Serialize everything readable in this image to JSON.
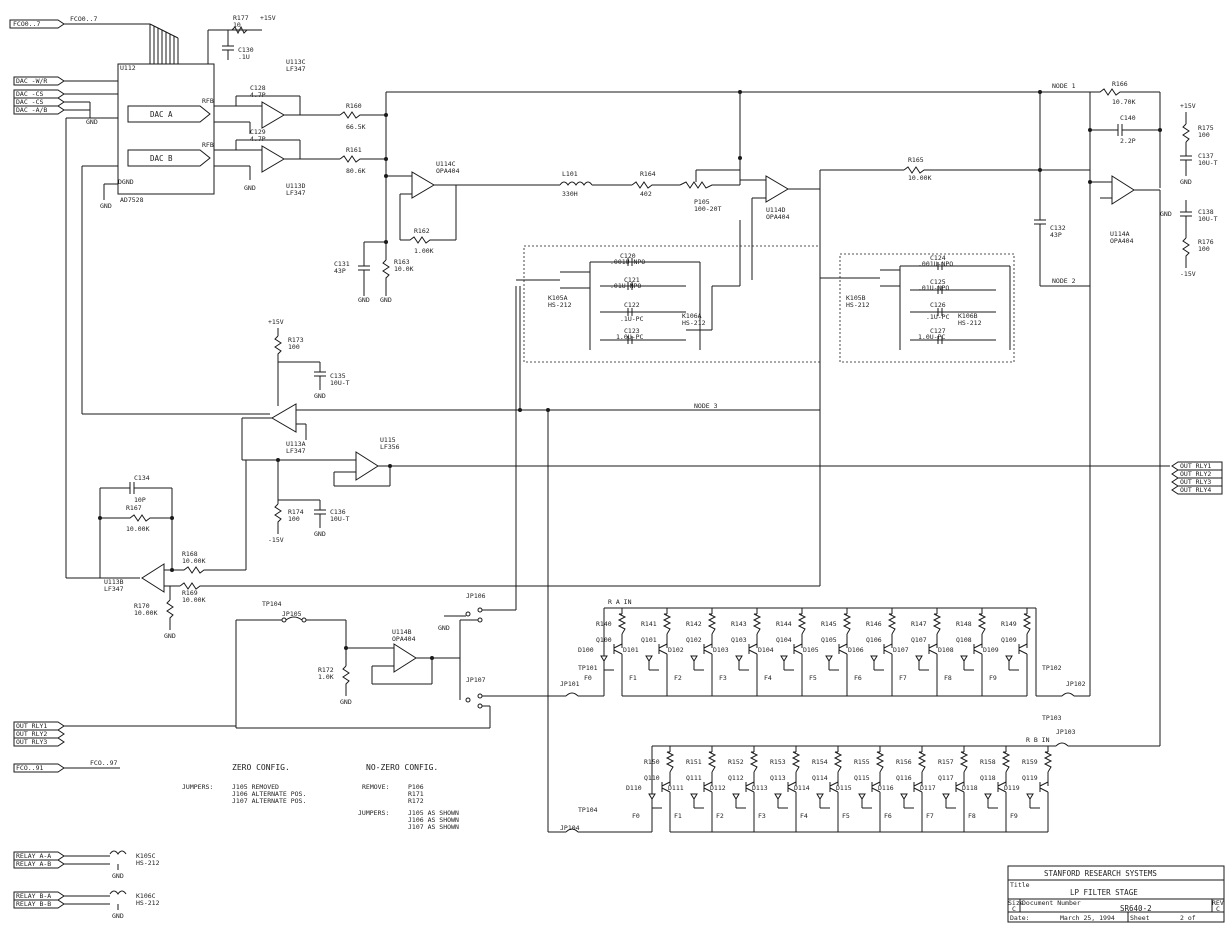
{
  "title_block": {
    "company": "STANFORD RESEARCH SYSTEMS",
    "title_label": "Title",
    "title": "LP FILTER STAGE",
    "size_label": "Size",
    "size": "C",
    "docnum_label": "Document Number",
    "docnum": "SR640-2",
    "rev_label": "REV",
    "rev": "C",
    "date_label": "Date:",
    "date": "March 25, 1994",
    "sheet_label": "Sheet",
    "sheet": "2 of"
  },
  "ports": {
    "fco_top": "FCO0..7",
    "fco_top_out": "FCO0..7",
    "dac_wr": "DAC -W/R",
    "dac_cs": [
      "DAC -CS",
      "DAC -CS",
      "DAC -A/B"
    ],
    "out_right": [
      "OUT RLY1",
      "OUT RLY2",
      "OUT RLY3",
      "OUT RLY4"
    ],
    "out_left": [
      "OUT RLY1",
      "OUT RLY2",
      "OUT RLY3"
    ],
    "fco_bottom": "FCO..91",
    "fco_bottom_out": "FCO..97",
    "relay_left": [
      "RELAY A-A",
      "RELAY A-B",
      "RELAY B-A",
      "RELAY B-B"
    ]
  },
  "nodes": {
    "node1": "NODE 1",
    "node2": "NODE 2",
    "node3": "NODE 3",
    "rain": "R A IN",
    "rbin": "R B IN"
  },
  "components": {
    "u112": "U112",
    "u112_sub": "AD7528",
    "dac_a": "DAC A",
    "dac_b": "DAC B",
    "rfb": "RFB",
    "dgnd": "DGND",
    "r177": "R177",
    "r177_v": "10",
    "c130": "C130",
    "c130_v": ".1U",
    "u113c": "U113C",
    "u113c_v": "LF347",
    "u113d": "U113D",
    "u113d_v": "LF347",
    "c128": "C128",
    "c128_v": "4.7P",
    "c129": "C129",
    "c129_v": "4.7P",
    "r160": "R160",
    "r160_v": "66.5K",
    "r161": "R161",
    "r161_v": "80.6K",
    "u114c": "U114C",
    "u114c_v": "OPA404",
    "r162": "R162",
    "r162_v": "1.00K",
    "r163": "R163",
    "r163_v": "10.0K",
    "c131": "C131",
    "c131_v": "43P",
    "l101": "L101",
    "l101_v": "330H",
    "r164": "R164",
    "r164_v": "402",
    "p105": "P105",
    "p105_v": "100-20T",
    "u114d": "U114D",
    "u114d_v": "OPA404",
    "r165": "R165",
    "r165_v": "10.00K",
    "r166": "R166",
    "r166_v": "10.70K",
    "c132": "C132",
    "c132_v": "43P",
    "c140": "C140",
    "c140_v": "2.2P",
    "u114a": "U114A",
    "u114a_v": "OPA404",
    "r175": "R175",
    "r175_v": "100",
    "c137": "C137",
    "c137_v": "10U-T",
    "r176": "R176",
    "r176_v": "100",
    "c138": "C138",
    "c138_v": "10U-T",
    "c120": "C120",
    "c120_v": ".001U-NPO",
    "c121": "C121",
    "c121_v": ".01U-NPO",
    "c122": "C122",
    "c122_v": ".1U-PC",
    "c123": "C123",
    "c123_v": "1.0U-PC",
    "k105a": "K105A",
    "k105a_v": "HS-212",
    "k106a": "K106A",
    "k106a_v": "HS-212",
    "c124": "C124",
    "c124_v": ".001U-NPO",
    "c125": "C125",
    "c125_v": ".01U-NPO",
    "c126": "C126",
    "c126_v": ".1U-PC",
    "c127": "C127",
    "c127_v": "1.0U-PC",
    "k105b": "K105B",
    "k105b_v": "HS-212",
    "k106b": "K106B",
    "k106b_v": "HS-212",
    "r173": "R173",
    "r173_v": "100",
    "c135": "C135",
    "c135_v": "10U-T",
    "u113a": "U113A",
    "u113a_v": "LF347",
    "u115": "U115",
    "u115_v": "LF356",
    "r174": "R174",
    "r174_v": "100",
    "c136": "C136",
    "c136_v": "10U-T",
    "c134": "C134",
    "c134_v": "10P",
    "r167": "R167",
    "r167_v": "10.00K",
    "r168": "R168",
    "r168_v": "10.00K",
    "r169": "R169",
    "r169_v": "10.00K",
    "r170": "R170",
    "r170_v": "10.00K",
    "u113b": "U113B",
    "u113b_v": "LF347",
    "tp104": "TP104",
    "jp105": "JP105",
    "jp106": "JP106",
    "jp107": "JP107",
    "u114b": "U114B",
    "u114b_v": "OPA404",
    "r172": "R172",
    "r172_v": "1.0K",
    "tp101": "TP101",
    "jp101": "JP101",
    "tp102": "TP102",
    "jp102": "JP102",
    "tp103": "TP103",
    "jp103": "JP103",
    "tp104b": "TP104",
    "jp104": "JP104",
    "k105c": "K105C",
    "k105c_v": "HS-212",
    "k106c": "K106C",
    "k106c_v": "HS-212"
  },
  "supplies": {
    "p15": "+15V",
    "m15": "-15V",
    "gnd": "GND"
  },
  "ladder_a": {
    "resistors": [
      "R140",
      "R141",
      "R142",
      "R143",
      "R144",
      "R145",
      "R146",
      "R147",
      "R148",
      "R149"
    ],
    "transistors": [
      "Q100",
      "Q101",
      "Q102",
      "Q103",
      "Q104",
      "Q105",
      "Q106",
      "Q107",
      "Q108",
      "Q109"
    ],
    "diodes": [
      "D100",
      "D101",
      "D102",
      "D103",
      "D104",
      "D105",
      "D106",
      "D107",
      "D108",
      "D109"
    ],
    "lines": [
      "F0",
      "F1",
      "F2",
      "F3",
      "F4",
      "F5",
      "F6",
      "F7",
      "F8",
      "F9"
    ]
  },
  "ladder_b": {
    "resistors": [
      "R150",
      "R151",
      "R152",
      "R153",
      "R154",
      "R155",
      "R156",
      "R157",
      "R158",
      "R159"
    ],
    "transistors": [
      "Q110",
      "Q111",
      "Q112",
      "Q113",
      "Q114",
      "Q115",
      "Q116",
      "Q117",
      "Q118",
      "Q119"
    ],
    "diodes": [
      "D110",
      "D111",
      "D112",
      "D113",
      "D114",
      "D115",
      "D116",
      "D117",
      "D118",
      "D119"
    ],
    "lines": [
      "F0",
      "F1",
      "F2",
      "F3",
      "F4",
      "F5",
      "F6",
      "F7",
      "F8",
      "F9"
    ]
  },
  "notes": {
    "zero_title": "ZERO CONFIG.",
    "zero_jumpers_label": "JUMPERS:",
    "zero_rows": [
      "J105  REMOVED",
      "J106  ALTERNATE POS.",
      "J107  ALTERNATE POS."
    ],
    "nozero_title": "NO-ZERO CONFIG.",
    "remove_label": "REMOVE:",
    "remove_rows": [
      "P106",
      "R171",
      "R172"
    ],
    "nz_jumpers_label": "JUMPERS:",
    "nz_rows": [
      "J105  AS SHOWN",
      "J106  AS SHOWN",
      "J107  AS SHOWN"
    ]
  }
}
